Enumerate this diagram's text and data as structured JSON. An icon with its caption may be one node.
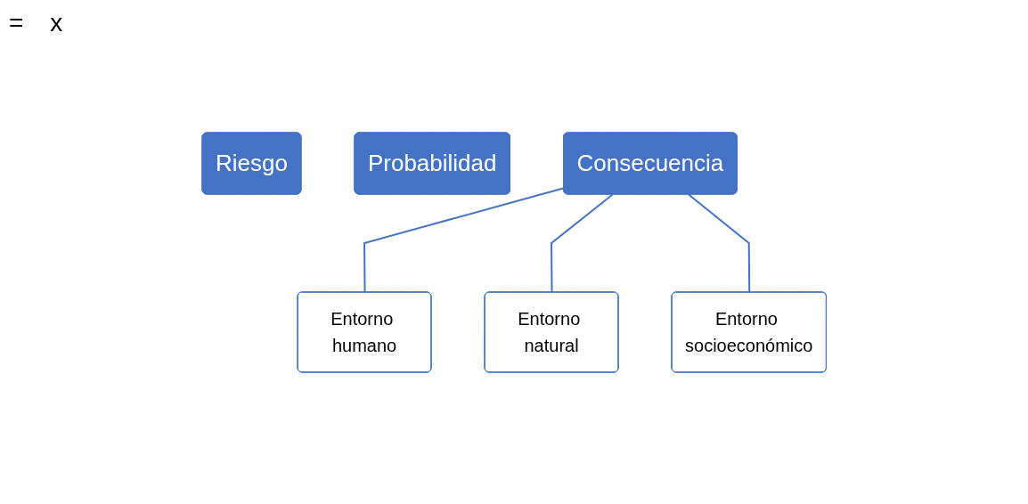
{
  "diagram": {
    "nodes": [
      {
        "text": [
          "Riesgo"
        ]
      },
      {
        "text": [
          "Probabilidad"
        ]
      },
      {
        "text": [
          "Consecuencia"
        ]
      },
      {
        "text": [
          "Entorno humano"
        ]
      },
      {
        "text": [
          "Entorno natural"
        ]
      },
      {
        "text": [
          "Entorno socioeconómico"
        ]
      }
    ],
    "edges": [
      {
        "from": 2,
        "to": 3,
        "arrow": "none"
      },
      {
        "from": 2,
        "to": 4,
        "arrow": "none"
      },
      {
        "from": 2,
        "to": 5,
        "arrow": "none"
      }
    ],
    "labels": [
      "=",
      "x"
    ]
  }
}
